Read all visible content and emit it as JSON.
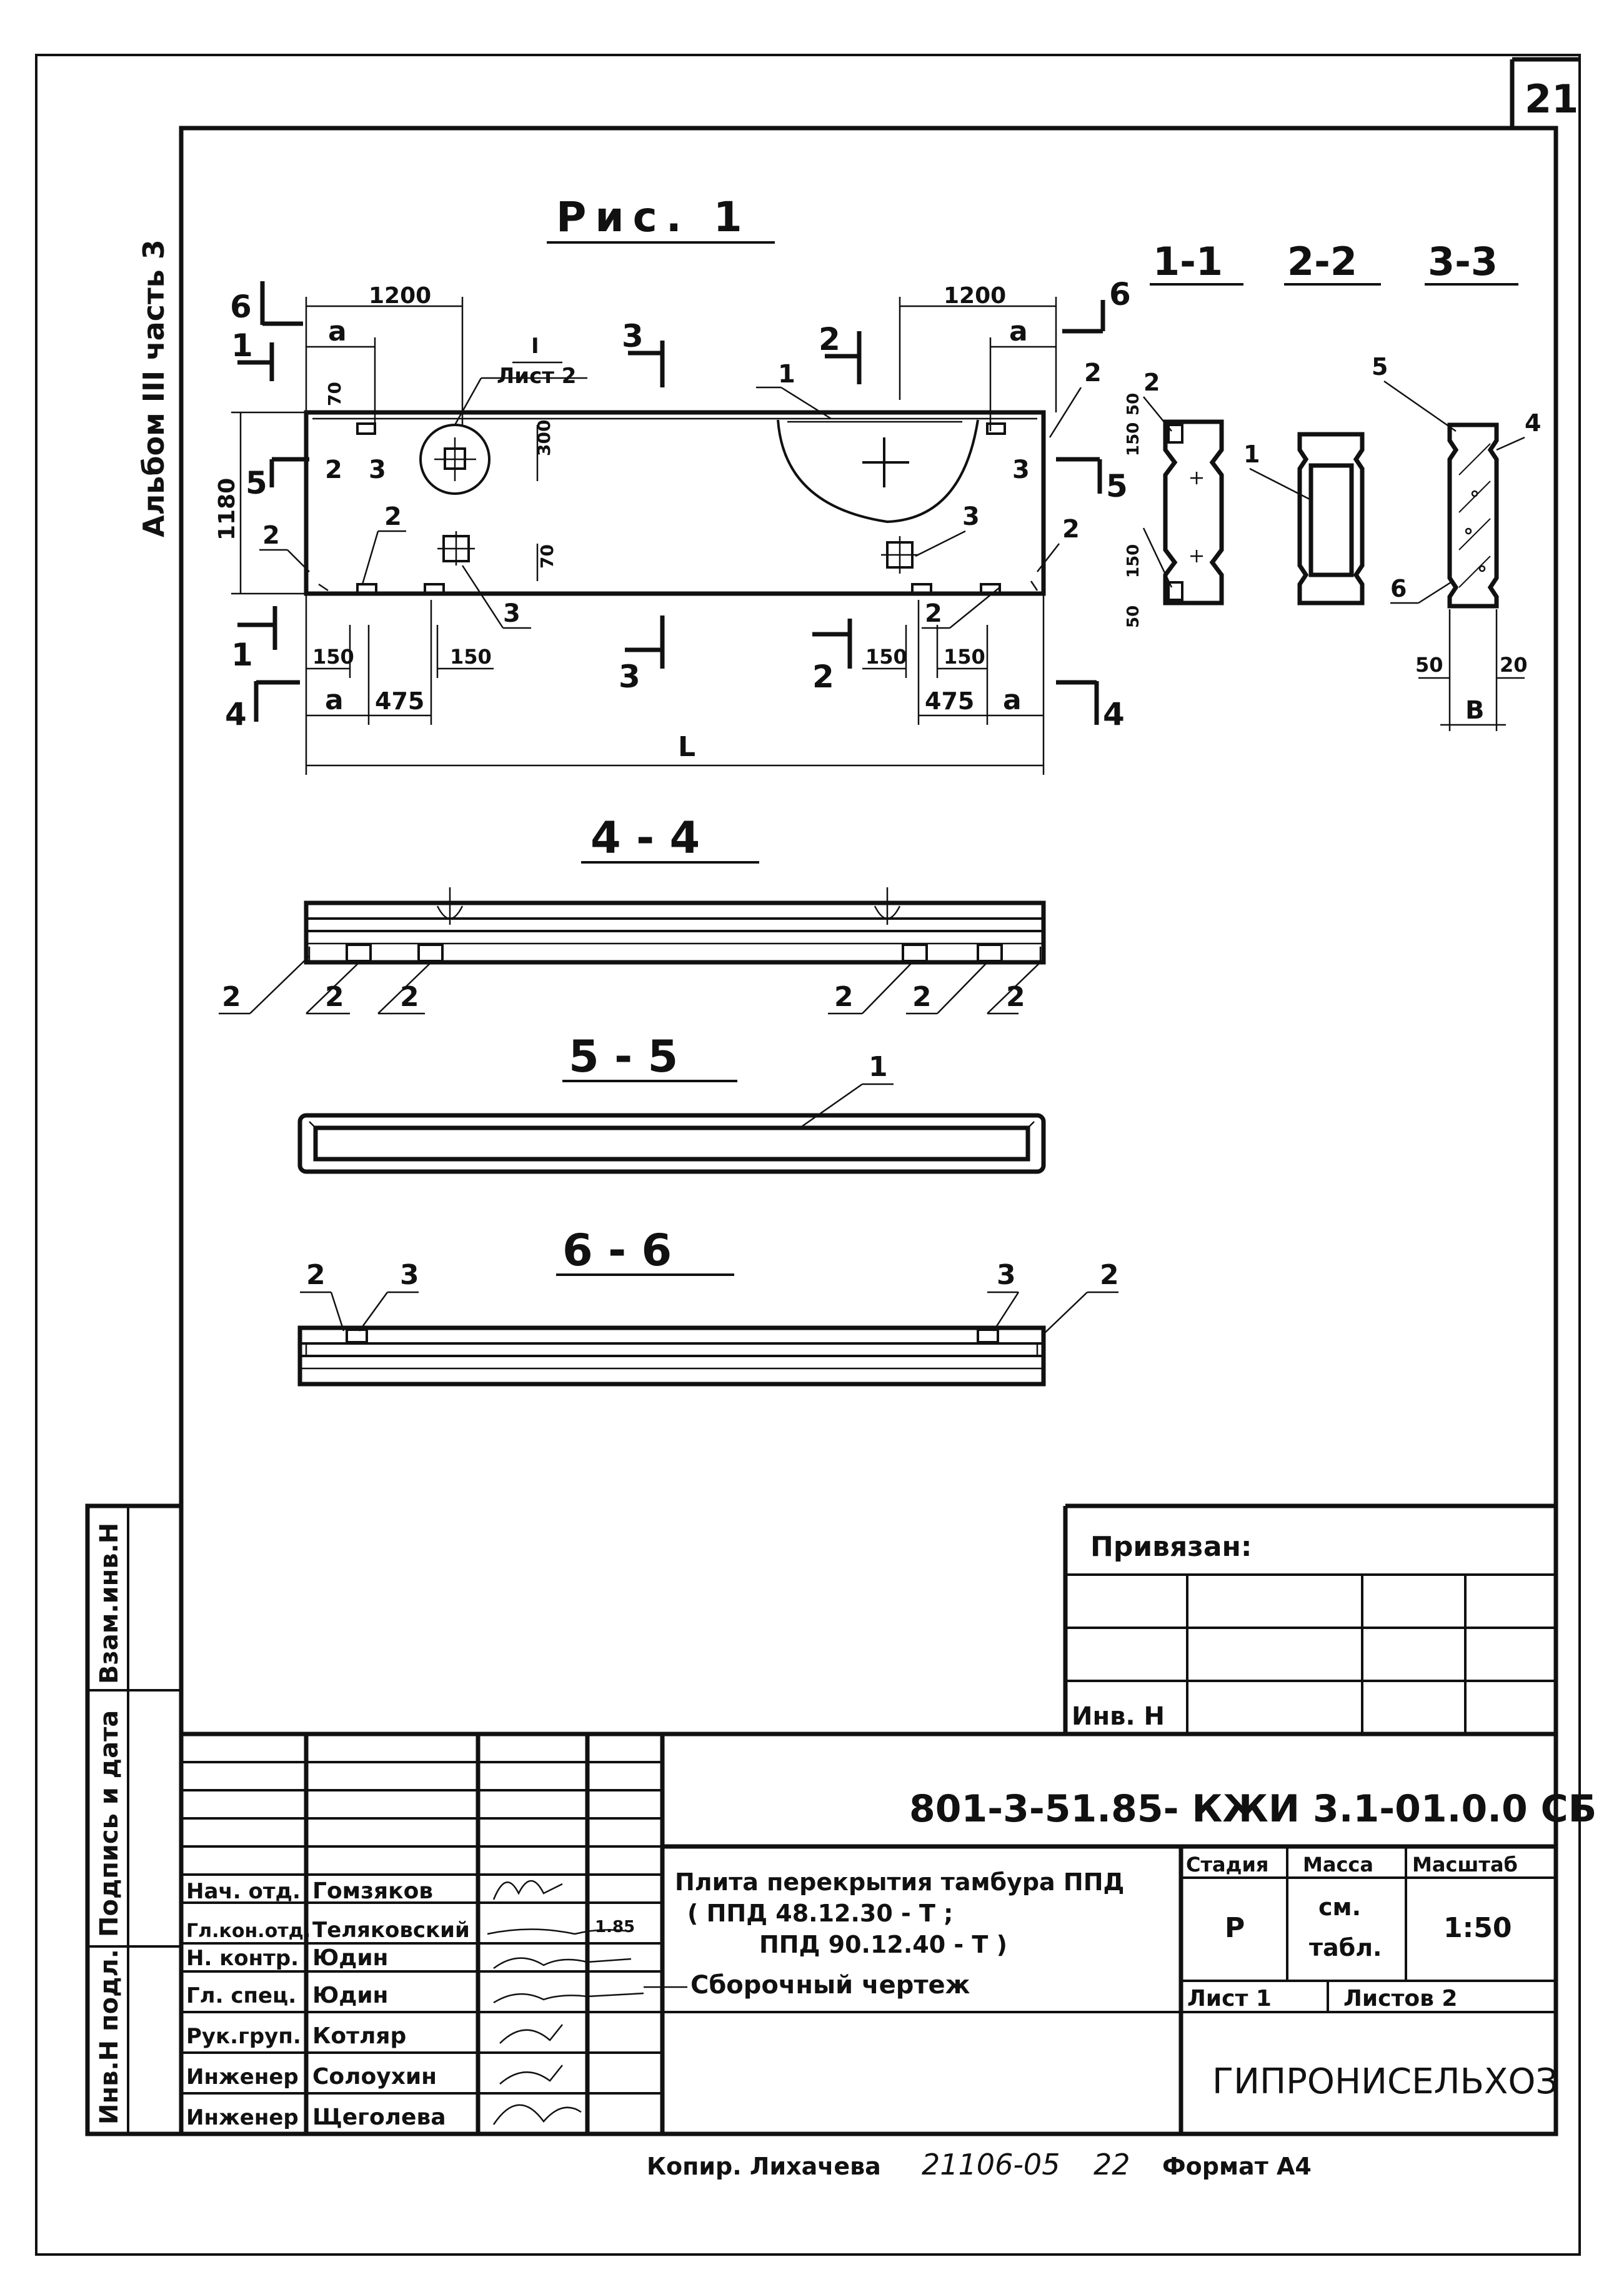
{
  "sheet_number": "21",
  "side_label": "Альбом III часть 3",
  "figure_title": "Рис. 1",
  "plan": {
    "dim_left_1200": "1200",
    "dim_right_1200": "1200",
    "dim_a": "a",
    "dim_1180": "1180",
    "dim_70": "70",
    "dim_300": "300",
    "dim_150": "150",
    "dim_475": "475",
    "dim_L": "L",
    "leader_sheet": "I",
    "leader_sheet_ref": "Лист 2",
    "pos_1": "1",
    "pos_2": "2",
    "pos_3": "3"
  },
  "cuts": {
    "c1": "1",
    "c2": "2",
    "c3": "3",
    "c4": "4",
    "c5": "5",
    "c6": "6"
  },
  "section_titles": {
    "s11": "1-1",
    "s22": "2-2",
    "s33": "3-3",
    "s44": "4 - 4",
    "s55": "5 - 5",
    "s66": "6 - 6"
  },
  "section_dims": {
    "d50": "50",
    "d150": "150",
    "d20": "20",
    "dB": "B",
    "p4": "4",
    "p5": "5",
    "p6": "6"
  },
  "attached_block": {
    "label": "Привязан:",
    "inv_label": "Инв. Н"
  },
  "side_stamps": {
    "vzam": "Взам.инв.Н",
    "podpis": "Подпись и дата",
    "inv_podl": "Инв.Н подл."
  },
  "title_block": {
    "doc_code": "801-3-51.85- КЖИ 3.1-01.0.0 СБ",
    "title_line1": "Плита перекрытия тамбура ППД",
    "title_line2": "( ППД 48.12.30 - Т ;",
    "title_line3": "ППД 90.12.40 - Т )",
    "title_line4": "Сборочный чертеж",
    "stage_header": "Стадия",
    "mass_header": "Масса",
    "scale_header": "Масштаб",
    "stage_value": "Р",
    "mass_value_1": "см.",
    "mass_value_2": "табл.",
    "scale_value": "1:50",
    "sheet_label": "Лист 1",
    "sheets_label": "Листов 2",
    "organization": "ГИПРОНИСЕЛЬХОЗ",
    "sign_date": "1.85",
    "roles": [
      {
        "role": "Нач. отд.",
        "name": "Гомзяков"
      },
      {
        "role": "Гл.кон.отд.",
        "name": "Теляковский"
      },
      {
        "role": "Н. контр.",
        "name": "Юдин"
      },
      {
        "role": "Гл. спец.",
        "name": "Юдин"
      },
      {
        "role": "Рук.груп.",
        "name": "Котляр"
      },
      {
        "role": "Инженер",
        "name": "Солоухин"
      },
      {
        "role": "Инженер",
        "name": "Щеголева"
      }
    ]
  },
  "footer": {
    "copier": "Копир. Лихачева",
    "code": "21106-05",
    "number": "22",
    "format": "Формат А4"
  }
}
